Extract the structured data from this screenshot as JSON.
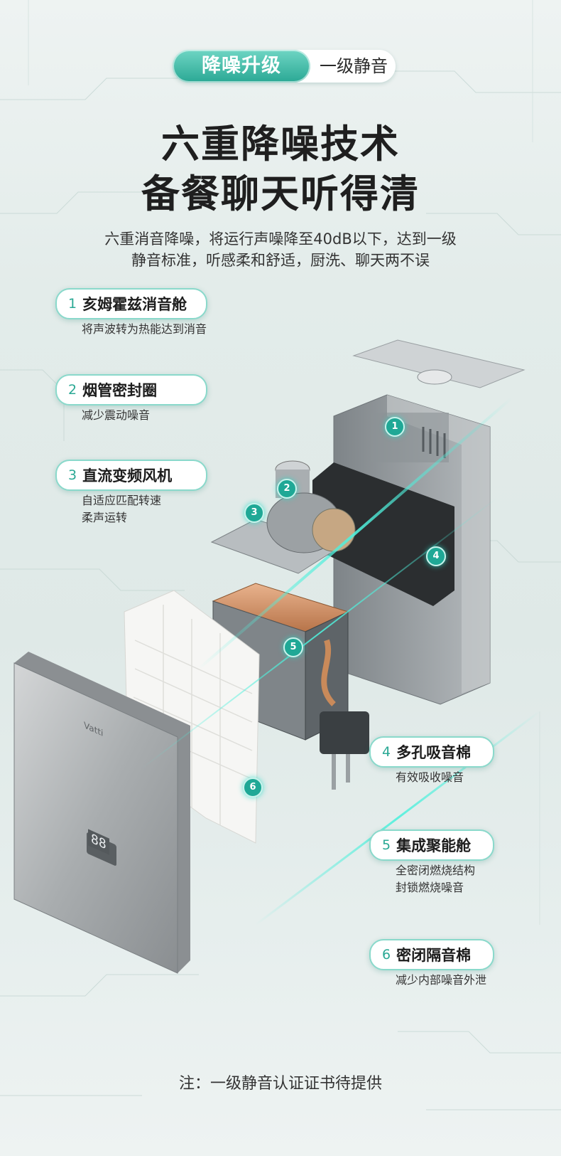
{
  "tag": {
    "main": "降噪升级",
    "sub": "一级静音"
  },
  "headline": {
    "line1": "六重降噪技术",
    "line2": "备餐聊天听得清"
  },
  "description": {
    "line1": "六重消音降噪，将运行声噪降至40dB以下，达到一级",
    "line2": "静音标准，听感柔和舒适，厨洗、聊天两不误"
  },
  "features": [
    {
      "num": "1",
      "label": "亥姆霍兹消音舱",
      "desc": "将声波转为热能达到消音"
    },
    {
      "num": "2",
      "label": "烟管密封圈",
      "desc": "减少震动噪音"
    },
    {
      "num": "3",
      "label": "直流变频风机",
      "desc": "自适应匹配转速\n柔声运转"
    },
    {
      "num": "4",
      "label": "多孔吸音棉",
      "desc": "有效吸收噪音"
    },
    {
      "num": "5",
      "label": "集成聚能舱",
      "desc": "全密闭燃烧结构\n封锁燃烧噪音"
    },
    {
      "num": "6",
      "label": "密闭隔音棉",
      "desc": "减少内部噪音外泄"
    }
  ],
  "markers": [
    "1",
    "2",
    "3",
    "4",
    "5",
    "6"
  ],
  "panel": {
    "brand": "Vatti",
    "display": "88"
  },
  "note": "注：一级静音认证证书待提供",
  "colors": {
    "accent": "#2aa894",
    "accent_light": "#8ad9cb",
    "glow": "#4ff0dc"
  }
}
